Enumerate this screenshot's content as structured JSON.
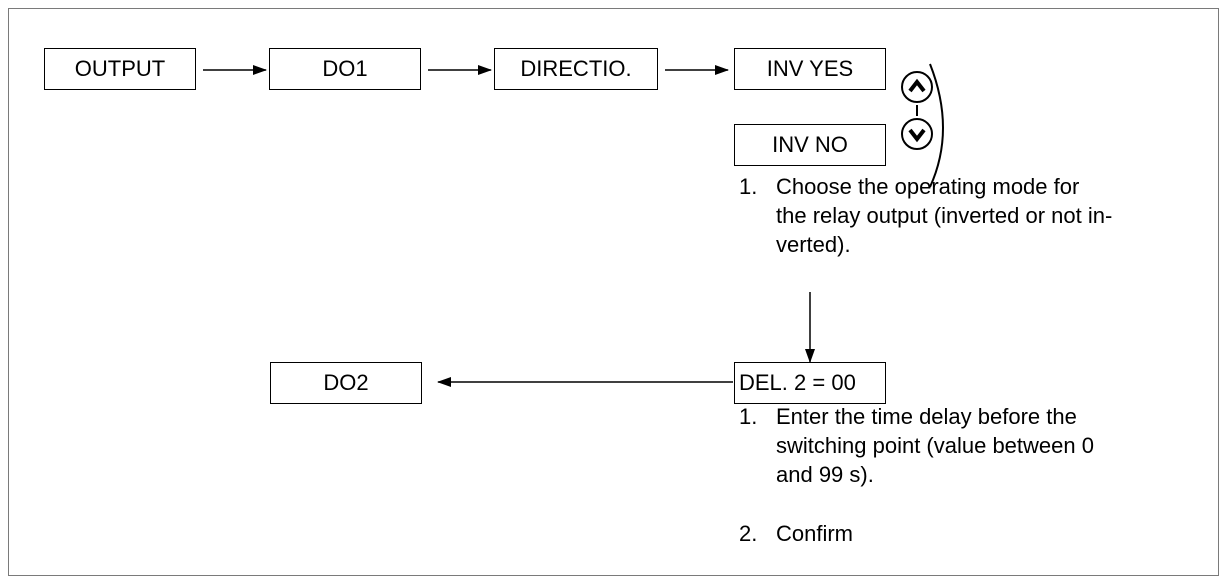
{
  "flow": {
    "output_label": "OUTPUT",
    "do1_label": "DO1",
    "direction_label": "DIRECTIO.",
    "inv_yes_label": "INV YES",
    "inv_no_label": "INV NO",
    "delay_label": "DEL. 2 = 00",
    "do2_label": "DO2"
  },
  "notes_mode": {
    "step1_num": "1.",
    "step1_line1": "Choose the operating mode for",
    "step1_line2": "the relay output (inverted or not in-",
    "step1_line3": "verted)."
  },
  "notes_delay": {
    "step1_num": "1.",
    "step1_line1": "Enter the time delay before the",
    "step1_line2": "switching point (value between 0",
    "step1_line3": "and 99 s).",
    "step2_num": "2.",
    "step2_text": "Confirm"
  },
  "icons": {
    "up": "chevron-up-icon",
    "down": "chevron-down-icon"
  }
}
